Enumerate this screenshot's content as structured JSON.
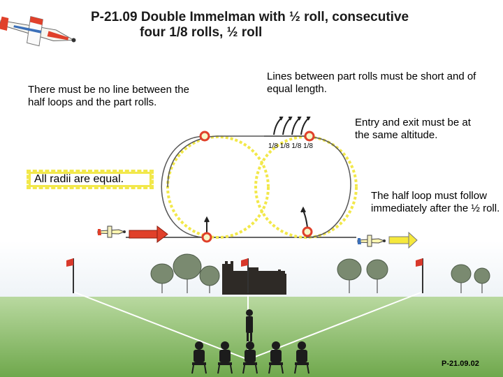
{
  "title": {
    "line1": "P-21.09 Double Immelman with ½ roll, consecutive",
    "line2": "four 1/8 rolls, ½ roll"
  },
  "notes": {
    "no_line": "There must be no line between the half loops and the part rolls.",
    "lines_between": "Lines between part rolls must be short and of equal length.",
    "entry_exit": "Entry and exit must be at the same altitude.",
    "radii": "All radii are equal.",
    "half_loop": "The half loop must follow immediately after the ½ roll."
  },
  "roll_labels": [
    "1/8",
    "1/8",
    "1/8",
    "1/8"
  ],
  "footer_code": "P-21.09.02",
  "colors": {
    "path": "#f2e84a",
    "path_outline": "#555555",
    "roll_marker": "#e0402a",
    "entry_arrow": "#e0402a",
    "exit_arrow": "#f5e83c",
    "sky": "#ffffff",
    "ground": "#8cc06a",
    "flag": "#d8392b"
  },
  "icons": {
    "plane_top": "aerobatic-plane",
    "entry_plane": "plane-icon",
    "exit_plane": "plane-icon",
    "judges": "judges-silhouettes",
    "castle": "castle-silhouette"
  }
}
